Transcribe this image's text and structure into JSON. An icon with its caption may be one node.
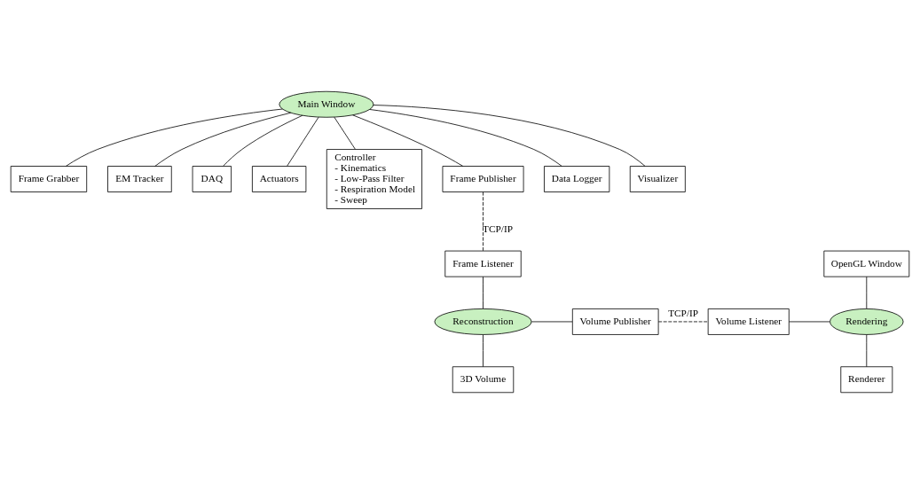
{
  "diagram": {
    "nodes": [
      {
        "text": [
          "Frame Grabber"
        ]
      },
      {
        "text": [
          "EM Tracker"
        ]
      },
      {
        "text": [
          "DAQ"
        ]
      },
      {
        "text": [
          "Actuators"
        ]
      },
      {
        "text": [
          "Controller",
          "- Kinematics",
          "- Low-Pass Filter",
          "- Respiration Model",
          "- Sweep"
        ]
      },
      {
        "text": [
          "Main Window"
        ]
      },
      {
        "text": [
          "Frame Publisher"
        ]
      },
      {
        "text": [
          "Data Logger"
        ]
      },
      {
        "text": [
          "Visualizer"
        ]
      },
      {
        "text": [
          "Frame Listener"
        ]
      },
      {
        "text": [
          "OpenGL Window"
        ]
      },
      {
        "text": [
          "Reconstruction"
        ]
      },
      {
        "text": [
          "Volume Publisher"
        ]
      },
      {
        "text": [
          "Volume Listener"
        ]
      },
      {
        "text": [
          "Rendering"
        ]
      },
      {
        "text": [
          "3D Volume"
        ]
      },
      {
        "text": [
          "Renderer"
        ]
      }
    ],
    "edges": [
      {
        "from": 5,
        "to": 0,
        "arrow": "none"
      },
      {
        "from": 5,
        "to": 1,
        "arrow": "none"
      },
      {
        "from": 5,
        "to": 2,
        "arrow": "none"
      },
      {
        "from": 5,
        "to": 3,
        "arrow": "none"
      },
      {
        "from": 5,
        "to": 4,
        "arrow": "none"
      },
      {
        "from": 5,
        "to": 6,
        "arrow": "none"
      },
      {
        "from": 5,
        "to": 7,
        "arrow": "none"
      },
      {
        "from": 5,
        "to": 8,
        "arrow": "none"
      },
      {
        "from": 6,
        "to": 9,
        "arrow": "none",
        "style": "dashed",
        "label": "TCP/IP"
      },
      {
        "from": 9,
        "to": 11,
        "arrow": "none"
      },
      {
        "from": 11,
        "to": 12,
        "arrow": "none"
      },
      {
        "from": 12,
        "to": 13,
        "arrow": "none",
        "style": "dashed",
        "label": "TCP/IP"
      },
      {
        "from": 13,
        "to": 14,
        "arrow": "none"
      },
      {
        "from": 10,
        "to": 14,
        "arrow": "none"
      },
      {
        "from": 14,
        "to": 16,
        "arrow": "none"
      },
      {
        "from": 11,
        "to": 15,
        "arrow": "none"
      }
    ]
  }
}
